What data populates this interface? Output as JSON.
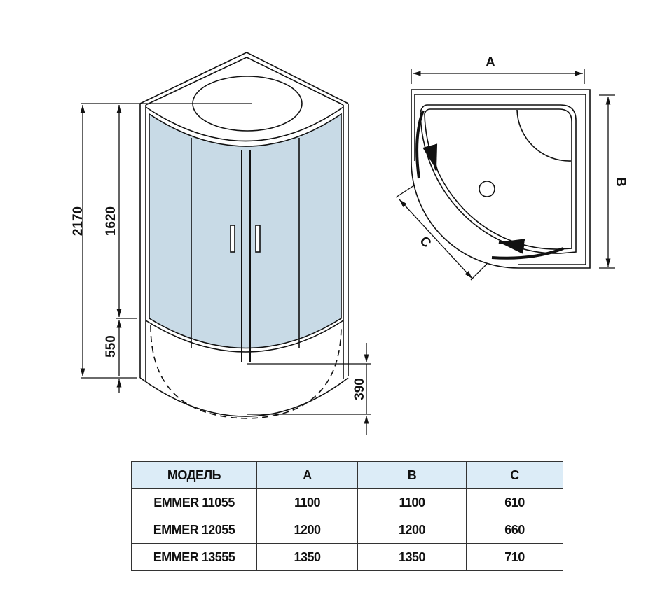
{
  "front_view": {
    "dimensions": {
      "total_height": "2170",
      "glass_height": "1620",
      "tray_height": "550",
      "tray_depth": "390"
    },
    "glass_color": "#c8dae6"
  },
  "plan_view": {
    "labels": {
      "a": "A",
      "b": "B",
      "c": "C"
    }
  },
  "table": {
    "headers": [
      "МОДЕЛЬ",
      "A",
      "B",
      "C"
    ],
    "rows": [
      [
        "EMMER 11055",
        "1100",
        "1100",
        "610"
      ],
      [
        "EMMER 12055",
        "1200",
        "1200",
        "660"
      ],
      [
        "EMMER 13555",
        "1350",
        "1350",
        "710"
      ]
    ]
  }
}
